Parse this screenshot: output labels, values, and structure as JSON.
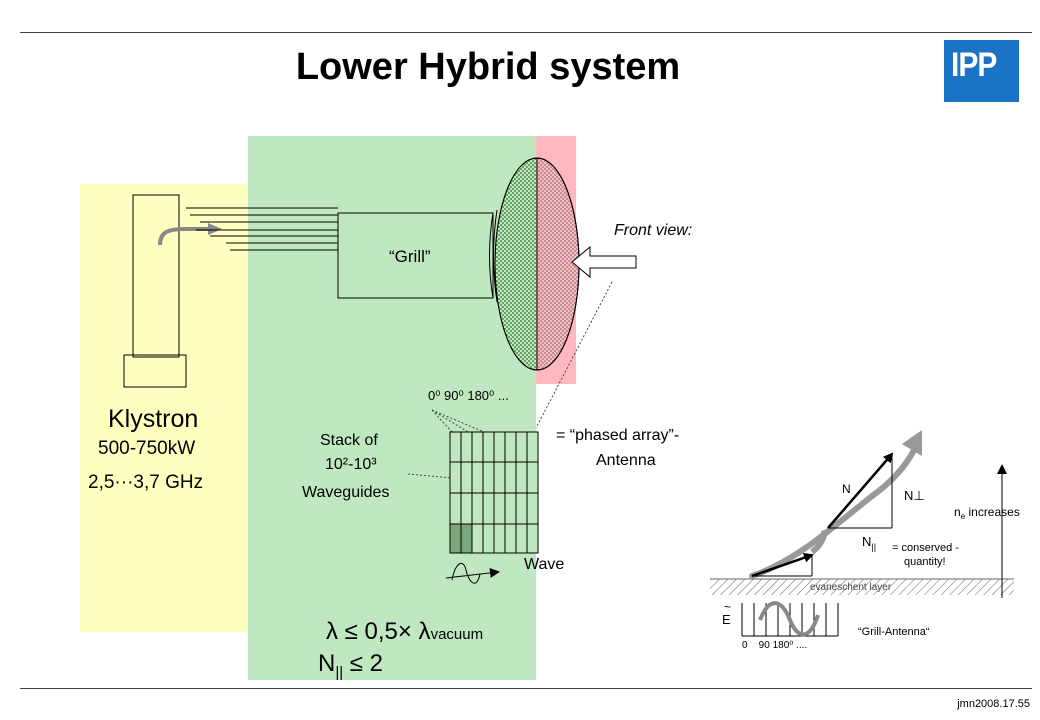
{
  "title": "Lower Hybrid system",
  "logo_text": "IPP",
  "footer": "jmn2008.17.55",
  "labels": {
    "grill": "“Grill”",
    "front_view": "Front view:",
    "klystron": "Klystron",
    "power": "500-750kW",
    "frequency": "2,5···3,7 GHz",
    "phases": "0⁰ 90⁰ 180⁰ ...",
    "phased_array_1": "= “phased array”-",
    "phased_array_2": "Antenna",
    "stack_1": "Stack of",
    "stack_2": "10²-10³",
    "stack_3": "Waveguides",
    "wave": "Wave",
    "lambda_base": "λ ≤  0,5× λ",
    "lambda_sub": "vacuum",
    "npar_base": "N",
    "npar_sub": "||",
    "npar_rest": " ≤ 2"
  },
  "inset": {
    "n_label": "N",
    "nperp_label": "N⊥",
    "npar_label": "N",
    "npar_sub": "||",
    "conserved_1": "= conserved -",
    "conserved_2": "quantity!",
    "ne_label": "n",
    "ne_sub": "e",
    "ne_rest": " increases",
    "evanescent": "evaneschent layer",
    "e_tilde": "~",
    "e_label": "E",
    "phases": "0    90 180⁰ ....",
    "grill_antenna": "“Grill-Antenna“"
  },
  "colors": {
    "klystron_bg": "#ffffc0",
    "waveguide_bg": "#c0e8c0",
    "plasma_bg": "#ffb8c0",
    "logo": "#1a73c4",
    "arrow_gray": "#999999"
  }
}
